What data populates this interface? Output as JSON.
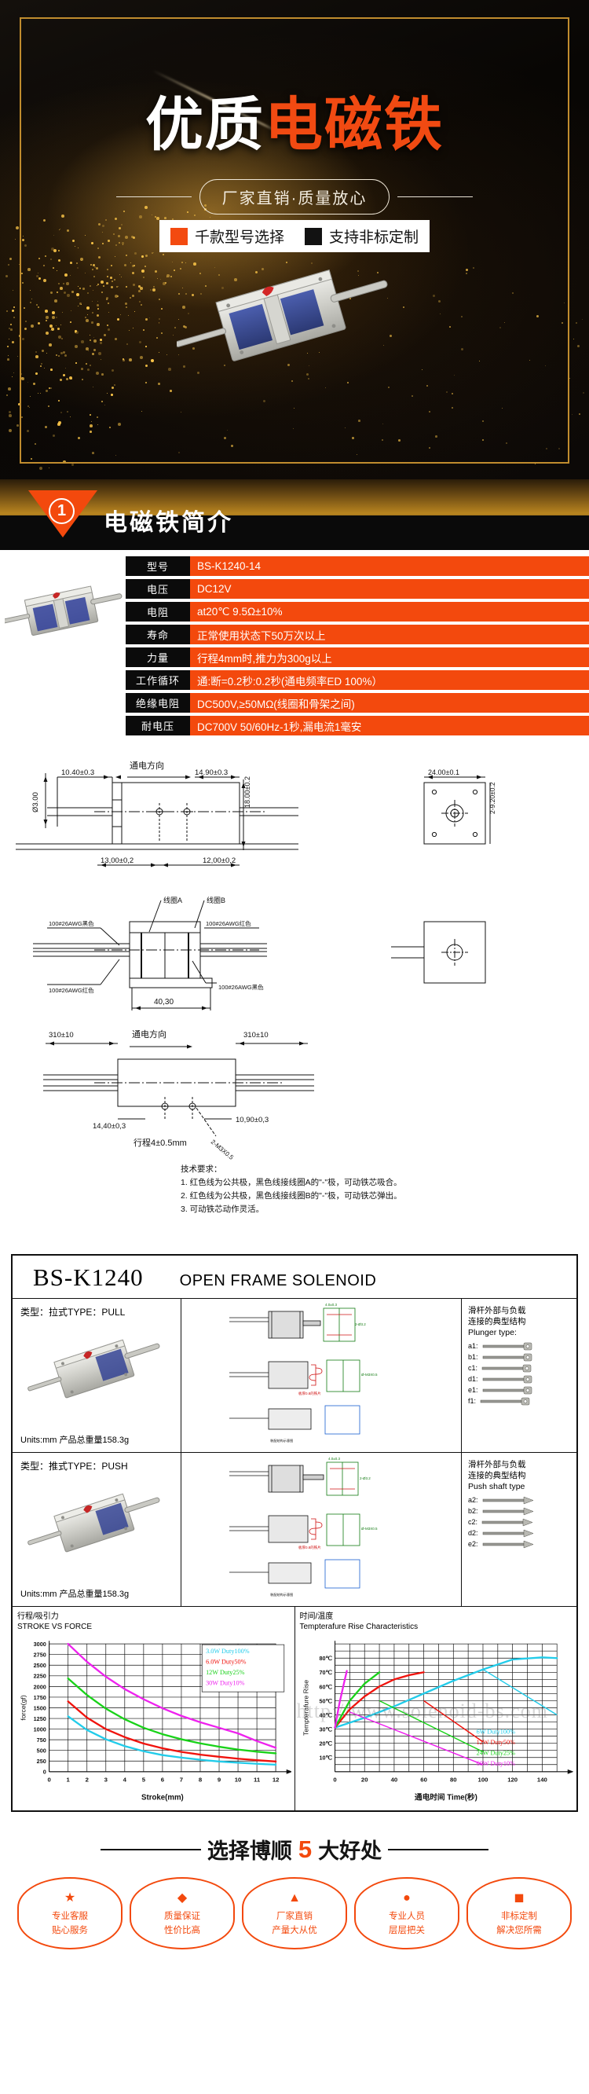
{
  "hero": {
    "title_white": "优质",
    "title_orange": "电磁铁",
    "subtitle": "厂家直销·质量放心",
    "badge1": "千款型号选择",
    "badge2": "支持非标定制",
    "colors": {
      "orange": "#f3490d",
      "gold": "#c08c2e",
      "dark": "#090604"
    }
  },
  "section1": {
    "number": "1",
    "label": "电磁铁简介"
  },
  "spec": {
    "rows": [
      {
        "key": "型号",
        "value": "BS-K1240-14"
      },
      {
        "key": "电压",
        "value": "DC12V"
      },
      {
        "key": "电阻",
        "value": "at20℃  9.5Ω±10%"
      },
      {
        "key": "寿命",
        "value": "正常使用状态下50万次以上"
      },
      {
        "key": "力量",
        "value": "行程4mm时,推力为300g以上"
      },
      {
        "key": "工作循环",
        "value": "通:断=0.2秒:0.2秒(通电频率ED 100%）"
      },
      {
        "key": "绝缘电阻",
        "value": "DC500V,≥50MΩ(线圈和骨架之间)"
      },
      {
        "key": "耐电压",
        "value": "DC700V 50/60Hz-1秒,漏电流1毫安"
      }
    ]
  },
  "drawing": {
    "dim_d3": "Ø3.00",
    "dim_1040": "10.40±0.3",
    "dim_1490": "14.90±0.3",
    "dim_1800": "18.00±0.2",
    "dim_1300": "13,00±0,2",
    "dim_1200": "12,00±0,2",
    "dim_2400": "24.00±0.1",
    "dim_29": "2-9.20±0.2",
    "dim_4030": "40,30",
    "dim_310L": "310±10",
    "dim_310R": "310±10",
    "dim_1440": "14,40±0,3",
    "dim_1090": "10,90±0,3",
    "dim_m3": "2-M3X0.5",
    "power_dir": "通电方向",
    "power_dir2": "通电方向",
    "coil_a": "线圈A",
    "coil_b": "线圈B",
    "wire_black_top": "100#26AWG黑色",
    "wire_red_top": "100#26AWG红色",
    "wire_red_bot": "100#26AWG红色",
    "wire_black_bot": "100#26AWG黑色",
    "stroke_note": "行程4±0.5mm",
    "req_title": "技术要求：",
    "req_1": "1. 红色线为公共极，黑色线接线圈A的\"-\"极，可动铁芯吸合。",
    "req_2": "2. 红色线为公共极，黑色线接线圈B的\"-\"极，可动铁芯弹出。",
    "req_3": "3. 可动铁芯动作灵活。"
  },
  "datasheet": {
    "model": "BS-K1240",
    "title": "OPEN FRAME SOLENOID",
    "panels": [
      {
        "type_label": "类型：拉式TYPE：PULL",
        "units": "Units:mm  产品总重量158.3g",
        "right_title": "滑杆外部与负载\n连接的典型结构\nPlunger type:",
        "options": [
          "a1:",
          "b1:",
          "c1:",
          "d1:",
          "e1:",
          "f1:"
        ],
        "note_red": "板厚0.8的铁片",
        "dim_a": "4.0±0.3",
        "dim_b": "Ø-M3X0.5",
        "dim_c": "2-Ø3.2"
      },
      {
        "type_label": "类型：推式TYPE：PUSH",
        "units": "Units:mm  产品总重量158.3g",
        "right_title": "滑杆外部与负载\n连接的典型结构\nPush shaft type",
        "options": [
          "a2:",
          "b2:",
          "c2:",
          "d2:",
          "e2:"
        ],
        "note_red": "板厚0.8的铁片",
        "dim_a": "4.0±0.3",
        "dim_b": "Ø-M3X0.5",
        "dim_c": "2-Ø3.2"
      }
    ]
  },
  "charts_caption": {
    "left": "行程/吸引力\nSTROKE VS FORCE",
    "right": "时间/温度\nTempterafure Rise Characteristics",
    "watermark": "http://www.solenoid-bs.com"
  },
  "footer": {
    "title_prefix": "选择博顺",
    "title_num": "5",
    "title_suffix": "大好处",
    "cards": [
      {
        "icon": "★",
        "line1": "专业客服",
        "line2": "贴心服务"
      },
      {
        "icon": "◆",
        "line1": "质量保证",
        "line2": "性价比高"
      },
      {
        "icon": "▲",
        "line1": "厂家直销",
        "line2": "产量大从优"
      },
      {
        "icon": "●",
        "line1": "专业人员",
        "line2": "层层把关"
      },
      {
        "icon": "◼",
        "line1": "非标定制",
        "line2": "解决您所需"
      }
    ]
  },
  "chart_data": [
    {
      "type": "line",
      "title": "STROKE VS FORCE",
      "title_cn": "行程/吸引力",
      "xlabel": "Stroke(mm)",
      "ylabel": "force(gf)",
      "xlim": [
        0,
        12
      ],
      "ylim": [
        0,
        3000
      ],
      "xticks": [
        0,
        1,
        2,
        3,
        4,
        5,
        6,
        7,
        8,
        9,
        10,
        11,
        12
      ],
      "yticks": [
        0,
        250,
        500,
        750,
        1000,
        1250,
        1500,
        1750,
        2000,
        2250,
        2500,
        2750,
        3000
      ],
      "grid": true,
      "legend_position": "top-right",
      "series": [
        {
          "name": "3.0W  Duty100%",
          "color": "#22ccea",
          "x": [
            1,
            2,
            3,
            4,
            5,
            6,
            7,
            8,
            9,
            10,
            11,
            12
          ],
          "values": [
            1300,
            980,
            760,
            600,
            480,
            390,
            330,
            280,
            240,
            210,
            185,
            165
          ]
        },
        {
          "name": "6.0W  Duty50%",
          "color": "#f0130d",
          "x": [
            1,
            2,
            3,
            4,
            5,
            6,
            7,
            8,
            9,
            10,
            11,
            12
          ],
          "values": [
            1650,
            1270,
            1000,
            810,
            660,
            550,
            465,
            400,
            350,
            305,
            270,
            240
          ]
        },
        {
          "name": "12W  Duty25%",
          "color": "#19d219",
          "x": [
            1,
            2,
            3,
            4,
            5,
            6,
            7,
            8,
            9,
            10,
            11,
            12
          ],
          "values": [
            2190,
            1800,
            1480,
            1230,
            1030,
            880,
            760,
            665,
            585,
            520,
            470,
            430
          ]
        },
        {
          "name": "30W    Duty10%",
          "color": "#ee22ee",
          "x": [
            1,
            2,
            3,
            4,
            5,
            6,
            7,
            8,
            9,
            10,
            11,
            12
          ],
          "values": [
            3000,
            2580,
            2230,
            1940,
            1700,
            1490,
            1310,
            1160,
            1030,
            900,
            720,
            560
          ]
        }
      ]
    },
    {
      "type": "line",
      "title": "Tempterafure Rise Characteristics",
      "title_cn": "时间/温度",
      "xlabel": "通电时间  Time(秒)",
      "ylabel": "Tempterafure Rise",
      "xlim": [
        0,
        150
      ],
      "ylim": [
        0,
        90
      ],
      "xticks": [
        0,
        20,
        40,
        60,
        80,
        100,
        120,
        140
      ],
      "yticks": [
        10,
        20,
        30,
        40,
        50,
        60,
        70,
        80
      ],
      "ytick_labels": [
        "10℃",
        "20℃",
        "30℃",
        "40℃",
        "50℃",
        "60℃",
        "70℃",
        "80℃"
      ],
      "grid": true,
      "legend_position": "bottom-right",
      "series": [
        {
          "name": "6W  Duty100%",
          "color": "#22ccea",
          "x": [
            0,
            20,
            40,
            60,
            80,
            100,
            120,
            140,
            150
          ],
          "values": [
            31,
            38,
            46,
            55,
            64,
            72,
            79,
            80.5,
            80
          ]
        },
        {
          "name": "12W  Duty50%",
          "color": "#f0130d",
          "x": [
            0,
            10,
            20,
            30,
            40,
            50,
            60
          ],
          "values": [
            31,
            44,
            53,
            60,
            65,
            68,
            70
          ]
        },
        {
          "name": "24W  Duty25%",
          "color": "#19d219",
          "x": [
            0,
            10,
            20,
            30
          ],
          "values": [
            31,
            50,
            62,
            70
          ]
        },
        {
          "name": "60W    Duty10%",
          "color": "#ee22ee",
          "x": [
            0,
            3,
            6,
            8
          ],
          "values": [
            31,
            48,
            62,
            71
          ]
        }
      ],
      "cooling_curves": [
        {
          "color": "#22ccea",
          "x": [
            100,
            150
          ],
          "values": [
            72,
            40
          ]
        },
        {
          "color": "#f0130d",
          "x": [
            60,
            100
          ],
          "values": [
            50,
            21
          ]
        },
        {
          "color": "#19d219",
          "x": [
            30,
            100
          ],
          "values": [
            50,
            14
          ]
        },
        {
          "color": "#ee22ee",
          "x": [
            10,
            100
          ],
          "values": [
            42,
            5
          ]
        }
      ]
    }
  ]
}
